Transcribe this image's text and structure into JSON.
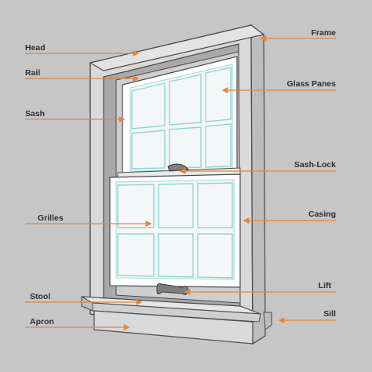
{
  "colors": {
    "background": "#c6c6c6",
    "frame_face": "#d9d9d9",
    "frame_side": "#bdbdbd",
    "frame_shadow": "#9f9f9f",
    "outline": "#4a4a4a",
    "glass": "#f4f7f7",
    "grille": "#8fd6d0",
    "arrow": "#e8833a",
    "label_text": "#2e2e2e"
  },
  "labels": {
    "head": "Head",
    "rail": "Rail",
    "sash": "Sash",
    "grilles": "Grilles",
    "stool": "Stool",
    "apron": "Apron",
    "frame": "Frame",
    "glass_panes": "Glass Panes",
    "sash_lock": "Sash-Lock",
    "casing": "Casing",
    "lift": "Lift",
    "sill": "Sill"
  }
}
